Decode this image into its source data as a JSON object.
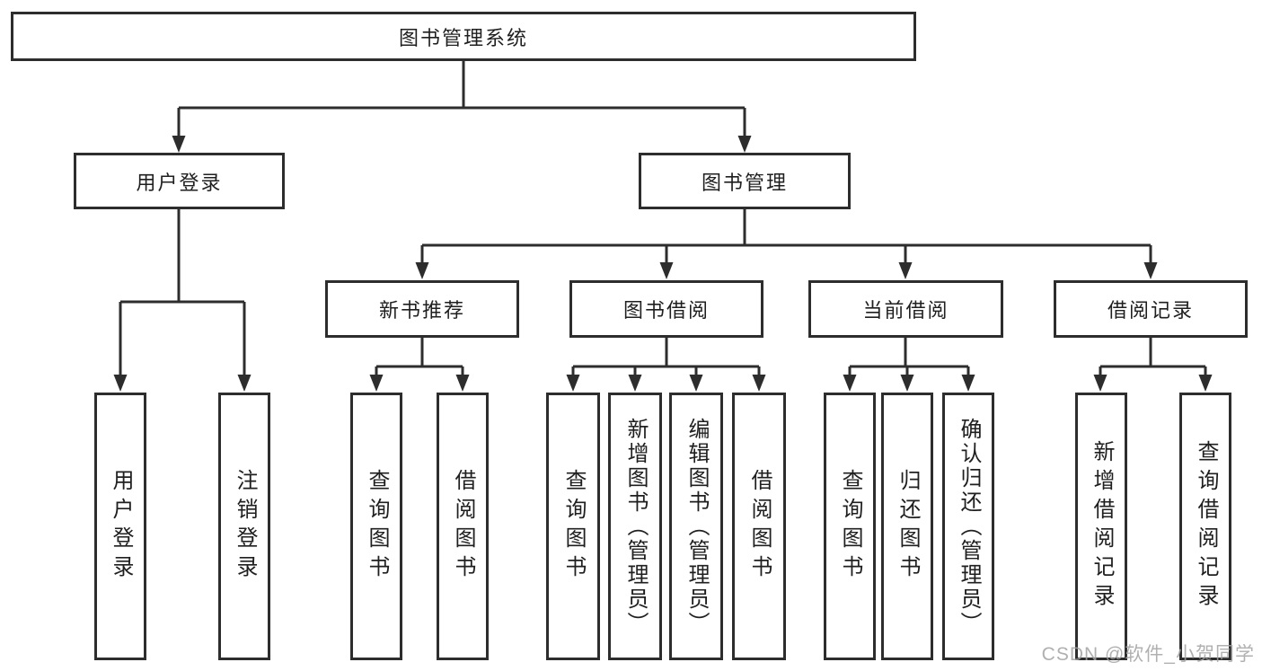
{
  "diagram_title": "图书管理系统",
  "colors": {
    "background": "#ffffff",
    "line": "#2d2d2d",
    "box_border": "#2d2d2d",
    "box_fill": "#ffffff",
    "text": "#1f1f1f",
    "watermark": "#a3a3a3"
  },
  "tree": {
    "label": "图书管理系统",
    "children": [
      {
        "label": "用户登录",
        "children": [
          {
            "label": "用户登录"
          },
          {
            "label": "注销登录"
          }
        ]
      },
      {
        "label": "图书管理",
        "children": [
          {
            "label": "新书推荐",
            "children": [
              {
                "label": "查询图书"
              },
              {
                "label": "借阅图书"
              }
            ]
          },
          {
            "label": "图书借阅",
            "children": [
              {
                "label": "查询图书"
              },
              {
                "label": "新增图书（管理员）"
              },
              {
                "label": "编辑图书（管理员）"
              },
              {
                "label": "借阅图书"
              }
            ]
          },
          {
            "label": "当前借阅",
            "children": [
              {
                "label": "查询图书"
              },
              {
                "label": "归还图书"
              },
              {
                "label": "确认归还（管理员）"
              }
            ]
          },
          {
            "label": "借阅记录",
            "children": [
              {
                "label": "新增借阅记录"
              },
              {
                "label": "查询借阅记录"
              }
            ]
          }
        ]
      }
    ]
  },
  "watermark": {
    "text": "CSDN @软件_小贺同学"
  }
}
